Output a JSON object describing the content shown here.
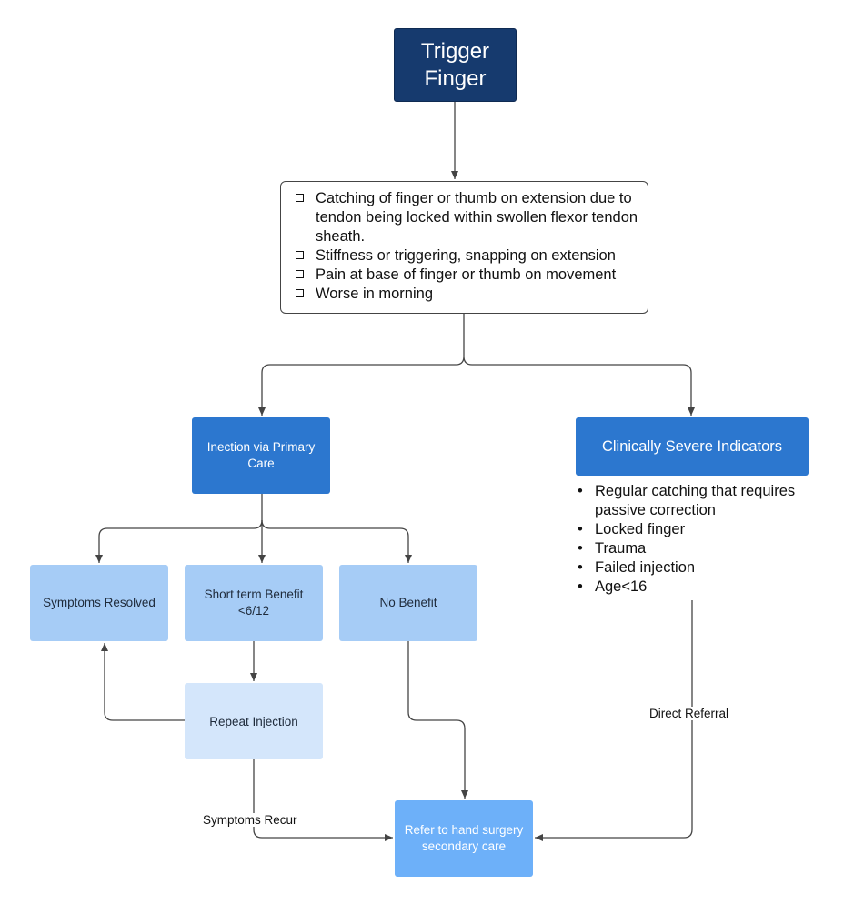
{
  "nodes": {
    "trigger_finger": "Trigger\nFinger",
    "symptoms": [
      "Catching of finger or thumb on extension due to tendon being locked within swollen flexor tendon sheath.",
      "Stiffness or triggering, snapping on extension",
      "Pain at base of finger or thumb on movement",
      "Worse in morning"
    ],
    "injection": "Inection via Primary Care",
    "severe": "Clinically Severe Indicators",
    "severe_indicators": [
      "Regular catching that requires passive correction",
      "Locked finger",
      "Trauma",
      "Failed injection",
      "Age<16"
    ],
    "symptoms_resolved": "Symptoms Resolved",
    "short_term": "Short term Benefit <6/12",
    "no_benefit": "No Benefit",
    "repeat_injection": "Repeat Injection",
    "refer": "Refer to hand surgery secondary care"
  },
  "edge_labels": {
    "direct_referral": "Direct Referral",
    "symptoms_recur": "Symptoms Recur"
  },
  "colors": {
    "dark_navy": "#163a6e",
    "primary_blue": "#2c77cf",
    "light_blue": "#a6ccf6",
    "pale_blue": "#d4e6fb",
    "refer_blue": "#6db0f9",
    "line": "#444444"
  }
}
